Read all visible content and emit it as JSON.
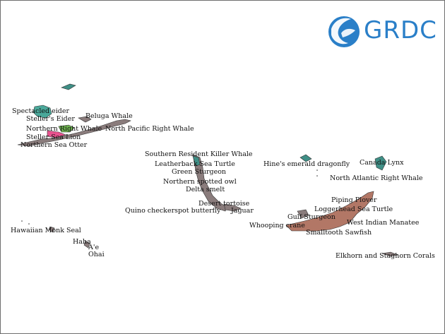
{
  "brand": {
    "text": "GRDC",
    "color": "#2a7fc8",
    "icon": "globe-logo-icon"
  },
  "colors": {
    "outline": "#333333",
    "grey_fill": "#8a7c7c",
    "teal": "#4aa89a",
    "green": "#6db24f",
    "pink": "#e8528e",
    "brown": "#b27766",
    "dark_green": "#3f8f86"
  },
  "species_labels": [
    "Spectacled eider",
    "Beluga Whale",
    "Steller's Eider",
    "Northern Right Whale",
    "North Pacific Right Whale",
    "Steller Sea Lion",
    "Northern Sea Otter",
    "Southern Resident Killer Whale",
    "Leatherback Sea Turtle",
    "Green Sturgeon",
    "Northern spotted owl",
    "Delta smelt",
    "Desert tortoise",
    "Quino checkerspot butterfly",
    "Jaguar",
    "Hine's emerald dragonfly",
    "Canada Lynx",
    "North Atlantic Right Whale",
    "Piping Plover",
    "Loggerhead Sea Turtle",
    "Gulf Sturgeon",
    "Whooping crane",
    "West Indian Manatee",
    "Smalltooth Sawfish",
    "Elkhorn and Staghorn Corals",
    "Hawaiian Monk Seal",
    "Haha",
    "A'e",
    "Ohai"
  ]
}
